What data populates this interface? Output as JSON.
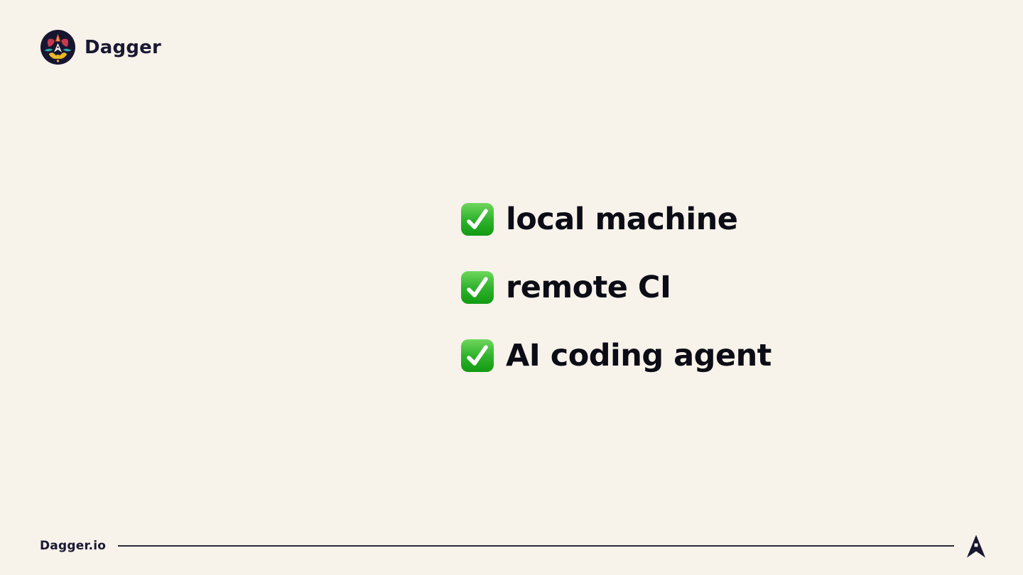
{
  "header": {
    "brand": "Dagger",
    "logo_icon": "dagger-mask-logo"
  },
  "checklist": {
    "items": [
      {
        "icon": "green-check-emoji",
        "label": "local machine"
      },
      {
        "icon": "green-check-emoji",
        "label": "remote CI"
      },
      {
        "icon": "green-check-emoji",
        "label": "AI coding agent"
      }
    ]
  },
  "footer": {
    "site": "Dagger.io",
    "mark_icon": "dagger-arrow-icon"
  },
  "colors": {
    "background": "#F7F2EA",
    "text": "#0C0C16",
    "brand_navy": "#1A1832",
    "check_green_light": "#6FD75C",
    "check_green_dark": "#129A12",
    "logo_red": "#C8394E",
    "logo_orange": "#E2572C",
    "logo_teal": "#2FA8A8",
    "logo_yellow": "#E9B926"
  }
}
